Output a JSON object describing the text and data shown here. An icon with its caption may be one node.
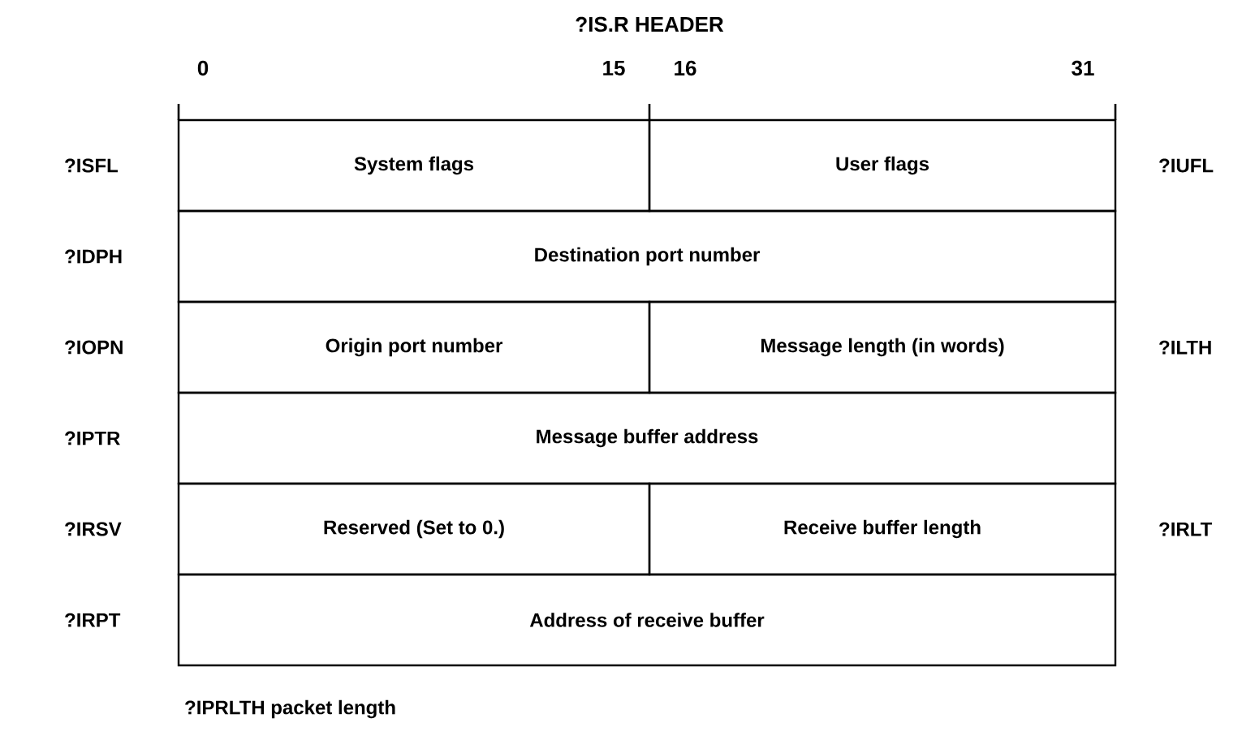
{
  "diagram": {
    "title": "?IS.R HEADER",
    "caption": "?IPRLTH packet length",
    "nodes": [
      {
        "text": [
          "System flags"
        ],
        "beside": [
          "?ISFL"
        ]
      },
      {
        "text": [
          "User flags"
        ],
        "beside": [
          "?IUFL"
        ]
      },
      {
        "text": [
          "Destination port number"
        ],
        "beside": [
          "?IDPH"
        ]
      },
      {
        "text": [
          "Origin port number"
        ],
        "beside": [
          "?IOPN"
        ]
      },
      {
        "text": [
          "Message length (in words)"
        ],
        "beside": [
          "?ILTH"
        ]
      },
      {
        "text": [
          "Message buffer address"
        ],
        "beside": [
          "?IPTR"
        ]
      },
      {
        "text": [
          "Reserved (Set to 0.)"
        ],
        "beside": [
          "?IRSV"
        ]
      },
      {
        "text": [
          "Receive buffer length"
        ],
        "beside": [
          "?IRLT"
        ]
      },
      {
        "text": [
          "Address of receive buffer"
        ],
        "beside": [
          "?IRPT"
        ]
      }
    ],
    "labels": [
      "0",
      "15",
      "16",
      "31"
    ]
  }
}
